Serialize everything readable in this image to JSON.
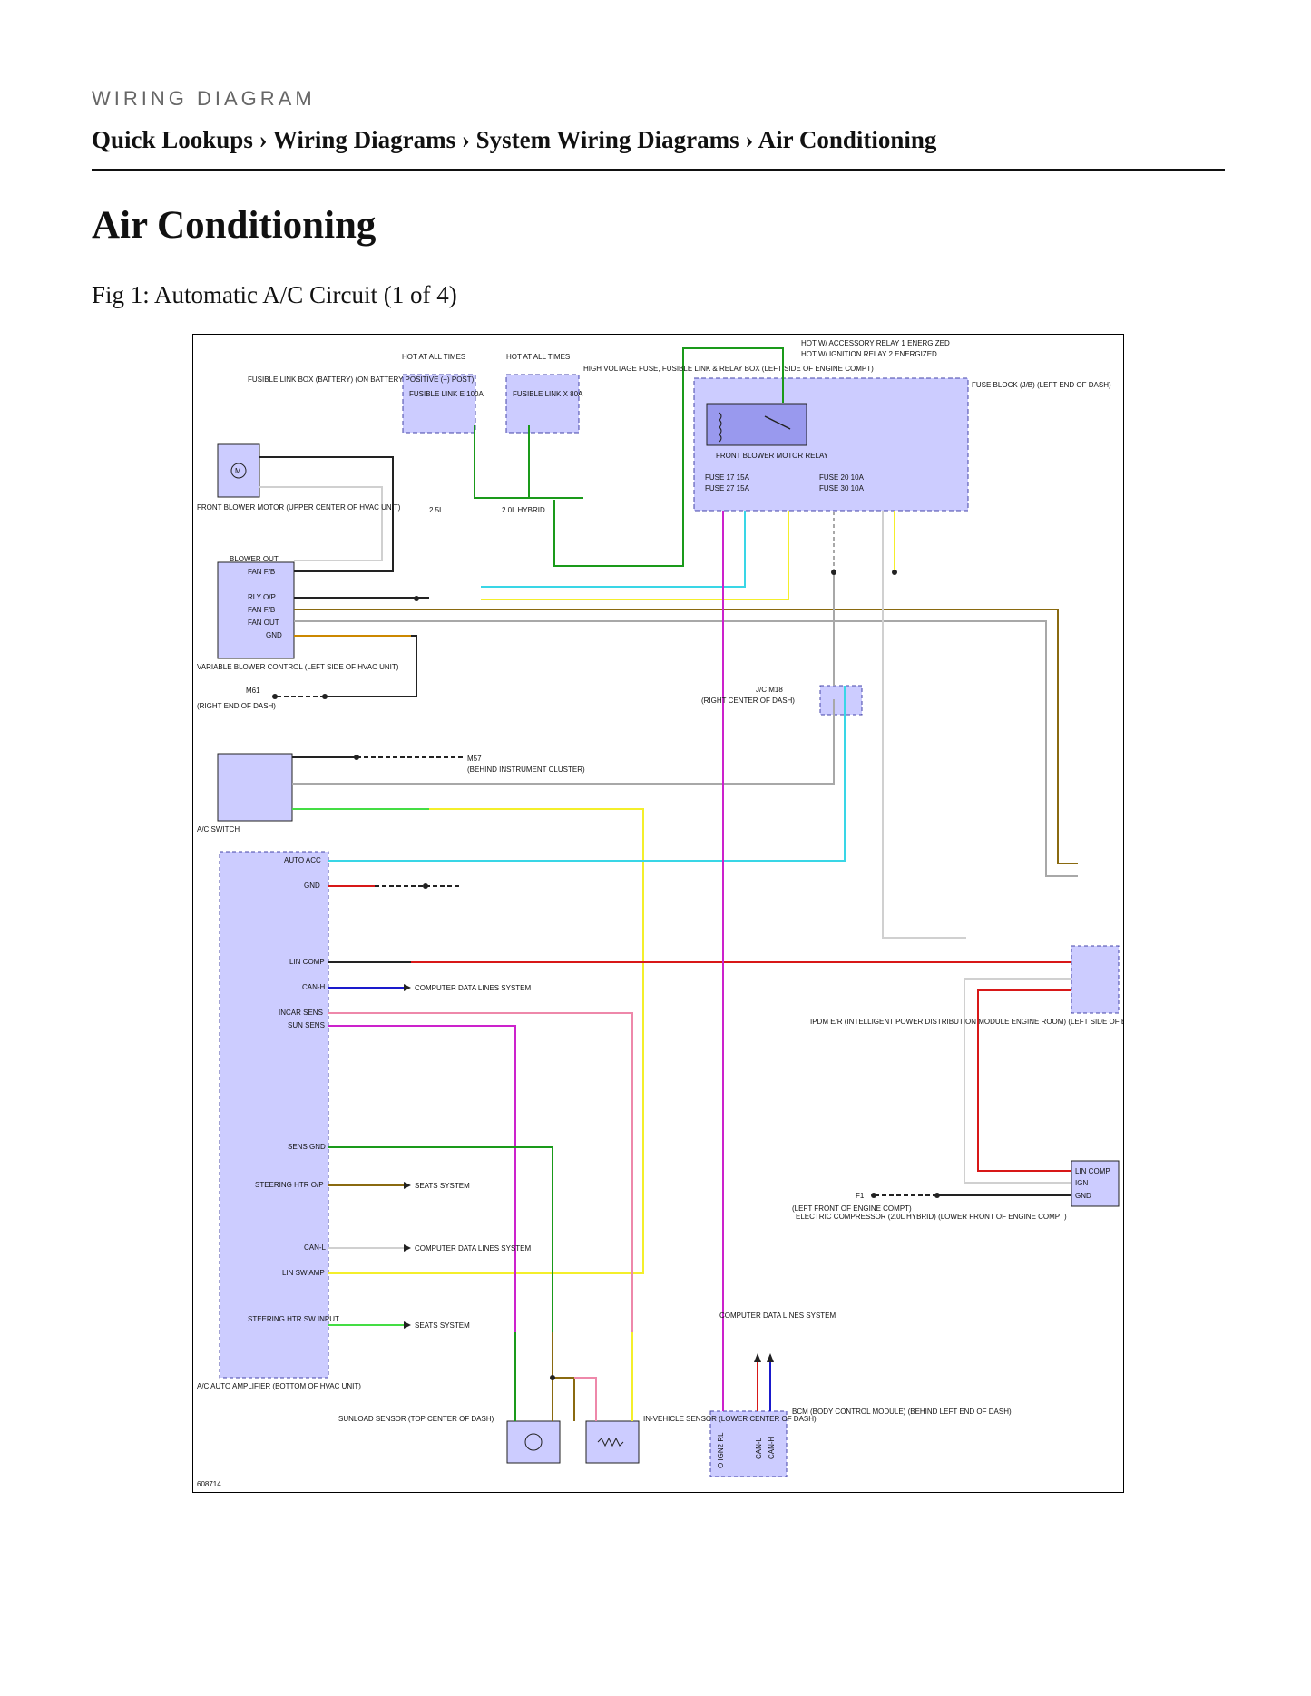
{
  "header": {
    "section_label": "WIRING DIAGRAM",
    "breadcrumb": [
      {
        "label": "Quick Lookups"
      },
      {
        "label": "Wiring Diagrams"
      },
      {
        "label": "System Wiring Diagrams"
      },
      {
        "label": "Air Conditioning"
      }
    ],
    "separator": "›"
  },
  "page": {
    "title": "Air Conditioning",
    "figure_caption": "Fig 1: Automatic A/C Circuit (1 of 4)"
  },
  "diagram": {
    "figure_id": "608714",
    "colors": {
      "grn": "#1a9a1a",
      "ltblu": "#39d6e6",
      "yel": "#f4ef2b",
      "brn": "#8a6a10",
      "gry": "#a8a8a8",
      "blk": "#222222",
      "wht": "#d0d0d0",
      "red": "#d81818",
      "ppl": "#cc22cc",
      "pnk": "#ee88aa",
      "blu": "#1a1acc",
      "tan": "#c8b080",
      "ltgrn": "#44dd44",
      "orn": "#cc8800",
      "module_fill": "#ccccff",
      "module_edge": "#4444aa"
    },
    "texts": {
      "hot_at_all_times": "HOT AT ALL TIMES",
      "fusible_link_box": "FUSIBLE LINK BOX (BATTERY) (ON BATTERY POSITIVE (+) POST)",
      "fusible_link_e": "FUSIBLE LINK E 100A",
      "fusible_link_x": "FUSIBLE LINK X 80A",
      "hv_fuse_box": "HIGH VOLTAGE FUSE, FUSIBLE LINK & RELAY BOX (LEFT SIDE OF ENGINE COMPT)",
      "hot_acc_relay1": "HOT W/ ACCESSORY RELAY 1 ENERGIZED",
      "hot_ign_relay2": "HOT W/ IGNITION RELAY 2 ENERGIZED",
      "fuse_block": "FUSE BLOCK (J/B) (LEFT END OF DASH)",
      "front_blower_relay": "FRONT BLOWER MOTOR RELAY",
      "fuse17": "FUSE 17 15A",
      "fuse27": "FUSE 27 15A",
      "fuse20": "FUSE 20 10A",
      "fuse30": "FUSE 30 10A",
      "engine_25l": "2.5L",
      "engine_20l": "2.0L HYBRID",
      "front_blower_motor": "FRONT BLOWER MOTOR (UPPER CENTER OF HVAC UNIT)",
      "motor_symbol": "M",
      "blower_out": "BLOWER OUT",
      "fan_fb": "FAN F/B",
      "rly_op": "RLY O/P",
      "fan_fb2": "FAN F/B",
      "fan_out": "FAN OUT",
      "gnd": "GND",
      "variable_blower": "VARIABLE BLOWER CONTROL (LEFT SIDE OF HVAC UNIT)",
      "m61": "M61",
      "m61_loc": "(RIGHT END OF DASH)",
      "jc_m18": "J/C M18",
      "jc_m18_loc": "(RIGHT CENTER OF DASH)",
      "m57": "M57",
      "m57_loc": "(BEHIND INSTRUMENT CLUSTER)",
      "ac_switch": "A/C SWITCH",
      "auto_acc": "AUTO ACC",
      "gnd2": "GND",
      "lin_comp": "LIN COMP",
      "can_h": "CAN-H",
      "incar_sens": "INCAR SENS",
      "sun_sens": "SUN SENS",
      "sens_gnd": "SENS GND",
      "steering_htr_op": "STEERING HTR O/P",
      "can_l": "CAN-L",
      "lin_sw_amp": "LIN SW AMP",
      "steering_htr_sw": "STEERING HTR SW INPUT",
      "ac_auto_amp": "A/C AUTO AMPLIFIER (BOTTOM OF HVAC UNIT)",
      "computer_data_lines": "COMPUTER DATA LINES SYSTEM",
      "seats_system": "SEATS SYSTEM",
      "ipdm": "IPDM E/R (INTELLIGENT POWER DISTRIBUTION MODULE ENGINE ROOM) (LEFT SIDE OF ENGINE COMPT)",
      "electric_compressor": "ELECTRIC COMPRESSOR (2.0L HYBRID) (LOWER FRONT OF ENGINE COMPT)",
      "ec_lin_comp": "LIN COMP",
      "ec_ign": "IGN",
      "ec_gnd": "GND",
      "f1": "F1",
      "f1_loc": "(LEFT FRONT OF ENGINE COMPT)",
      "sunload_sensor": "SUNLOAD SENSOR (TOP CENTER OF DASH)",
      "invehicle_sensor": "IN-VEHICLE SENSOR (LOWER CENTER OF DASH)",
      "bcm": "BCM (BODY CONTROL MODULE) (BEHIND LEFT END OF DASH)",
      "bcm_ign2": "O IGN2 RL",
      "bcm_canl": "CAN-L",
      "bcm_canh": "CAN-H"
    }
  }
}
